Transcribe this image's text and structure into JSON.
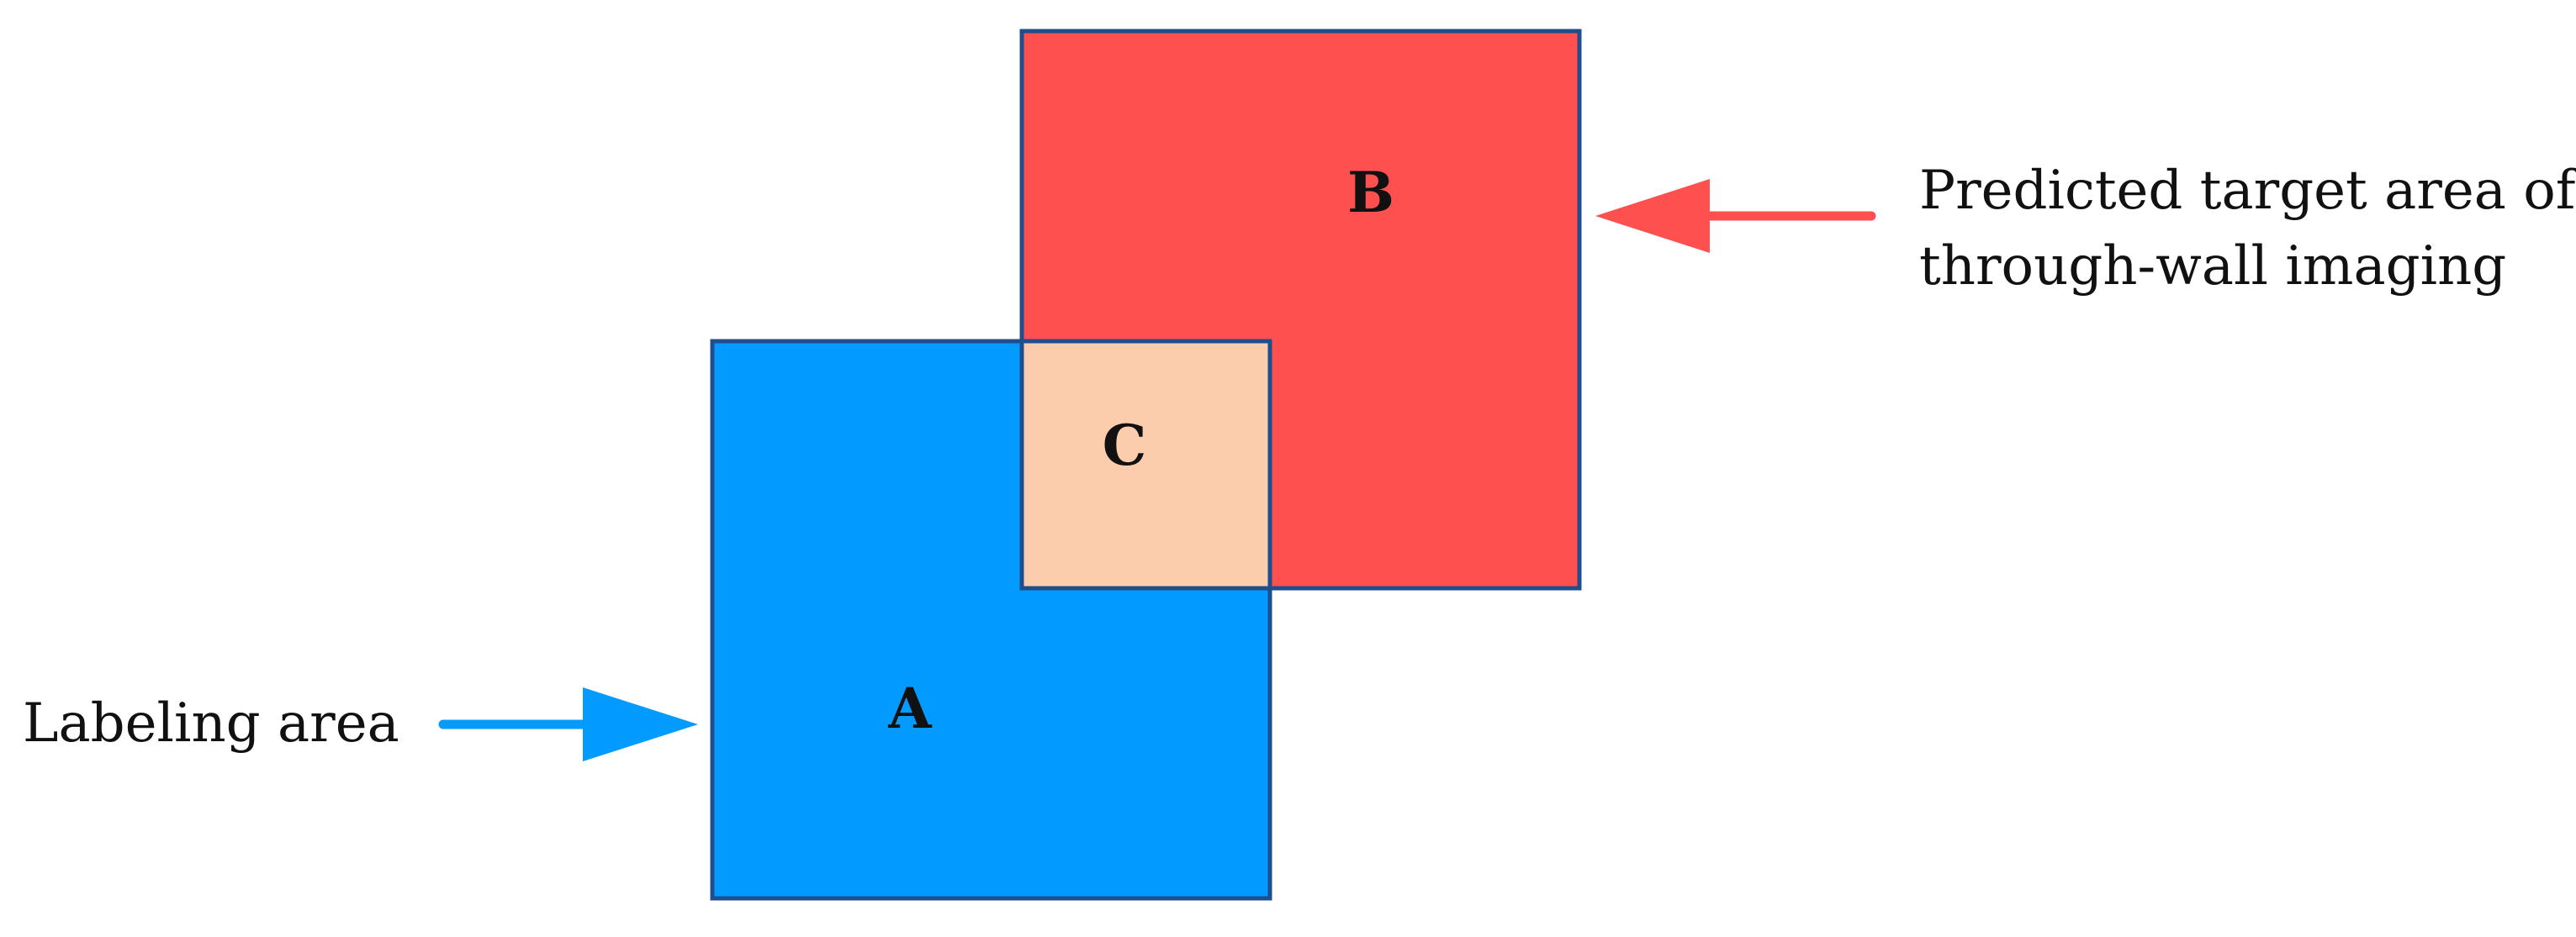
{
  "diagram": {
    "boxes": {
      "a": {
        "label": "A",
        "color": "#039BFF"
      },
      "b": {
        "label": "B",
        "color": "#FF5050"
      },
      "c": {
        "label": "C",
        "color": "#FCCDAD"
      },
      "border_color": "#1F4E8C"
    },
    "callouts": {
      "predicted": {
        "line1": "Predicted target area of",
        "line2": "through-wall imaging",
        "arrow_color": "#FF5050"
      },
      "labeling": {
        "text": "Labeling area",
        "arrow_color": "#039BFF"
      }
    }
  }
}
